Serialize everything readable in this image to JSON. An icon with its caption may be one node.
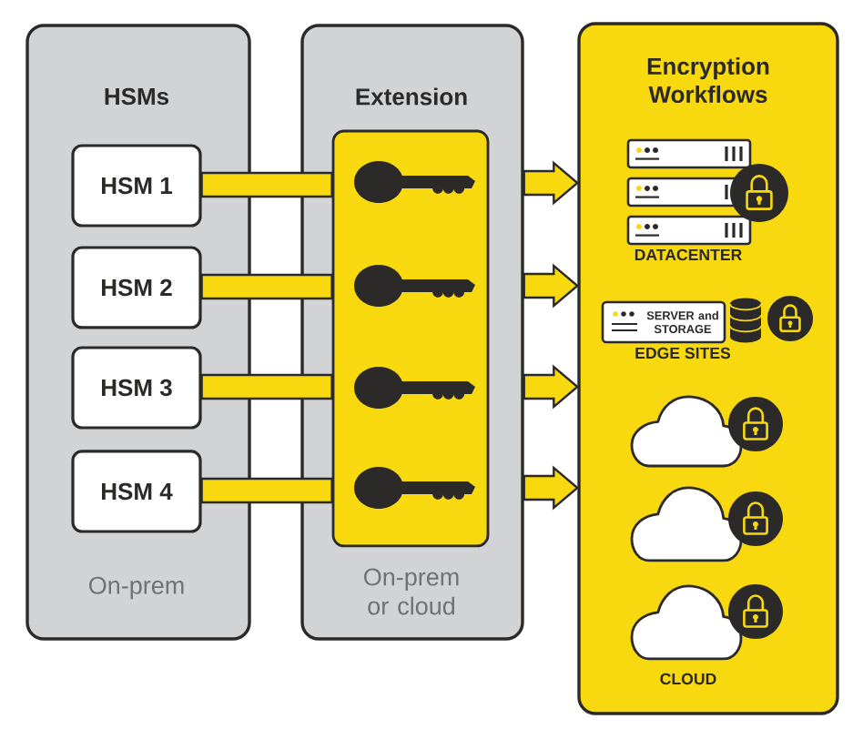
{
  "diagram": {
    "nodes": [
      {
        "text": [
          "HSMs",
          "On-prem"
        ]
      },
      {
        "text": [
          "HSM 1"
        ],
        "in": 0
      },
      {
        "text": [
          "HSM 2"
        ],
        "in": 0
      },
      {
        "text": [
          "HSM 3"
        ],
        "in": 0
      },
      {
        "text": [
          "HSM 4"
        ],
        "in": 0
      },
      {
        "text": [
          "Extension",
          "On-prem or cloud"
        ]
      },
      {
        "text": [],
        "shape": "box",
        "in": 5
      },
      {
        "text": [
          "Encryption Workflows",
          "DATACENTER",
          "EDGE SITES",
          "CLOUD"
        ]
      },
      {
        "text": [
          "SERVER and STORAGE"
        ],
        "in": 7
      },
      {
        "text": [],
        "shape": "cloud",
        "in": 7
      },
      {
        "text": [],
        "shape": "cloud",
        "in": 7
      },
      {
        "text": [],
        "shape": "cloud",
        "in": 7
      }
    ],
    "edges": [
      {
        "from": 1,
        "to": 6,
        "arrow": "none"
      },
      {
        "from": 2,
        "to": 6,
        "arrow": "none"
      },
      {
        "from": 3,
        "to": 6,
        "arrow": "none"
      },
      {
        "from": 4,
        "to": 6,
        "arrow": "none"
      },
      {
        "from": 5,
        "to": 7,
        "arrow": "to"
      },
      {
        "from": 5,
        "to": 7,
        "arrow": "to"
      },
      {
        "from": 5,
        "to": 7,
        "arrow": "to"
      },
      {
        "from": 5,
        "to": 7,
        "arrow": "to"
      }
    ]
  }
}
